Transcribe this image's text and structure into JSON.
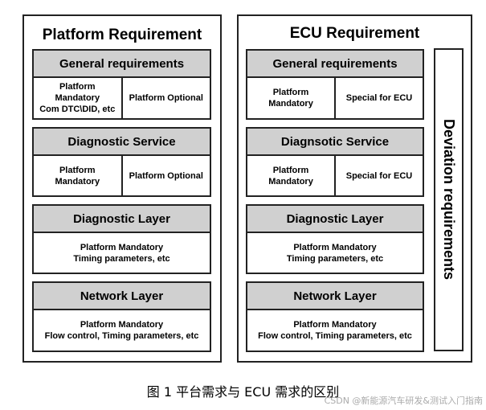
{
  "platform": {
    "title": "Platform Requirement",
    "sections": [
      {
        "header": "General requirements",
        "cells": [
          [
            "Platform",
            "Mandatory",
            "Com DTC\\DID, etc"
          ],
          [
            "Platform Optional"
          ]
        ]
      },
      {
        "header": "Diagnostic Service",
        "cells": [
          [
            "Platform",
            "Mandatory"
          ],
          [
            "Platform Optional"
          ]
        ]
      },
      {
        "header": "Diagnostic Layer",
        "cells": [
          [
            "Platform Mandatory",
            "Timing parameters, etc"
          ]
        ]
      },
      {
        "header": "Network Layer",
        "cells": [
          [
            "Platform Mandatory",
            "Flow control, Timing parameters, etc"
          ]
        ]
      }
    ]
  },
  "ecu": {
    "title": "ECU Requirement",
    "deviation": "Deviation requirements",
    "sections": [
      {
        "header": "General requirements",
        "cells": [
          [
            "Platform",
            "Mandatory"
          ],
          [
            "Special for ECU"
          ]
        ]
      },
      {
        "header": "Diagnsotic Service",
        "cells": [
          [
            "Platform",
            "Mandatory"
          ],
          [
            "Special for ECU"
          ]
        ]
      },
      {
        "header": "Diagnostic Layer",
        "cells": [
          [
            "Platform Mandatory",
            "Timing parameters, etc"
          ]
        ]
      },
      {
        "header": "Network Layer",
        "cells": [
          [
            "Platform Mandatory",
            "Flow control, Timing parameters, etc"
          ]
        ]
      }
    ]
  },
  "caption": "图 1    平台需求与 ECU 需求的区别",
  "watermark": "CSDN @新能源汽车研发&测试入门指南",
  "colors": {
    "header_fill": "#d0d0d0",
    "border": "#222222"
  }
}
